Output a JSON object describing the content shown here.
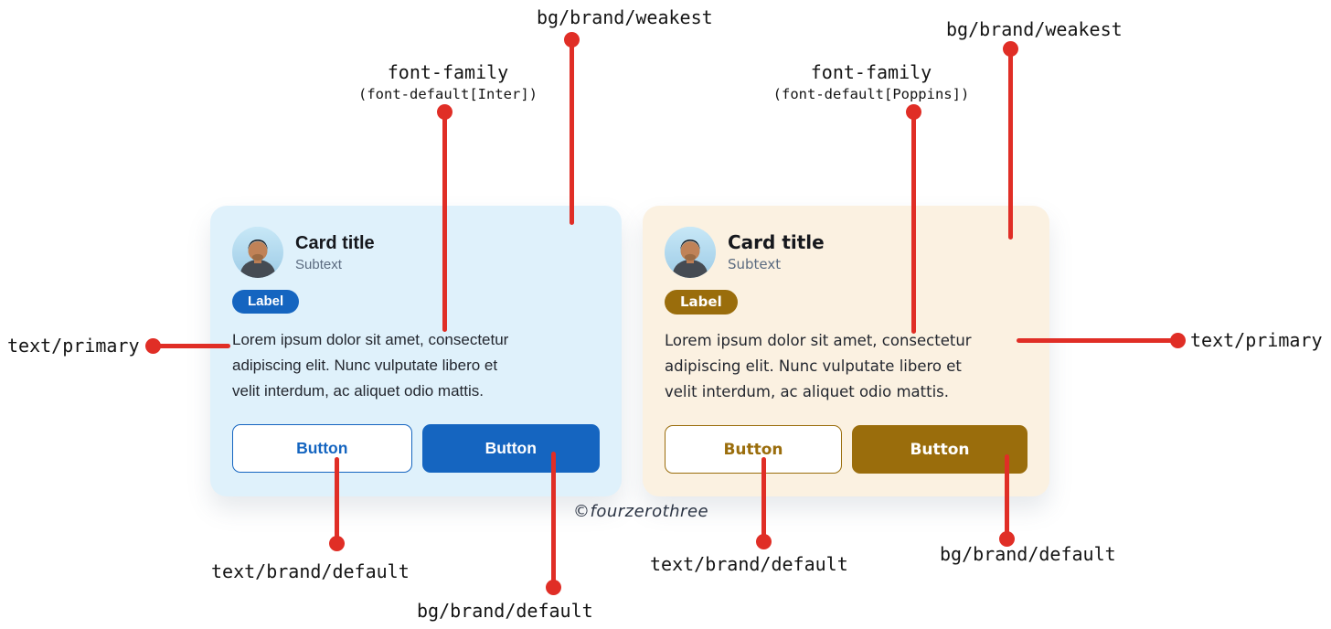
{
  "watermark": "©fourzerothree",
  "colors": {
    "annotation_red": "#E02E26",
    "blue_card_bg": "#DFF1FB",
    "blue_brand": "#1565C0",
    "gold_card_bg": "#FBF1E1",
    "gold_brand": "#9A6D0C",
    "text_primary": "#23272F",
    "text_secondary": "#5B6B80",
    "annotation_text": "#141414",
    "button_outline_bg": "#FFFFFF"
  },
  "cards": [
    {
      "theme": "blue",
      "title": "Card title",
      "subtext": "Subtext",
      "label": "Label",
      "body_lines": [
        "Lorem ipsum dolor sit amet, consectetur",
        "adipiscing elit. Nunc vulputate libero et",
        "velit interdum, ac aliquet odio mattis."
      ],
      "outline_button": "Button",
      "filled_button": "Button"
    },
    {
      "theme": "gold",
      "title": "Card title",
      "subtext": "Subtext",
      "label": "Label",
      "body_lines": [
        "Lorem ipsum dolor sit amet, consectetur",
        "adipiscing elit. Nunc vulputate libero et",
        "velit interdum, ac aliquet odio mattis."
      ],
      "outline_button": "Button",
      "filled_button": "Button"
    }
  ],
  "annotations": {
    "left_bg_weakest": "bg/brand/weakest",
    "left_font_family": "font-family",
    "left_font_family_sub": "(font-default[Inter])",
    "left_text_primary": "text/primary",
    "left_text_brand_default": "text/brand/default",
    "left_bg_brand_default": "bg/brand/default",
    "right_bg_weakest": "bg/brand/weakest",
    "right_font_family": "font-family",
    "right_font_family_sub": "(font-default[Poppins])",
    "right_text_primary": "text/primary",
    "right_text_brand_default": "text/brand/default",
    "right_bg_brand_default": "bg/brand/default"
  }
}
